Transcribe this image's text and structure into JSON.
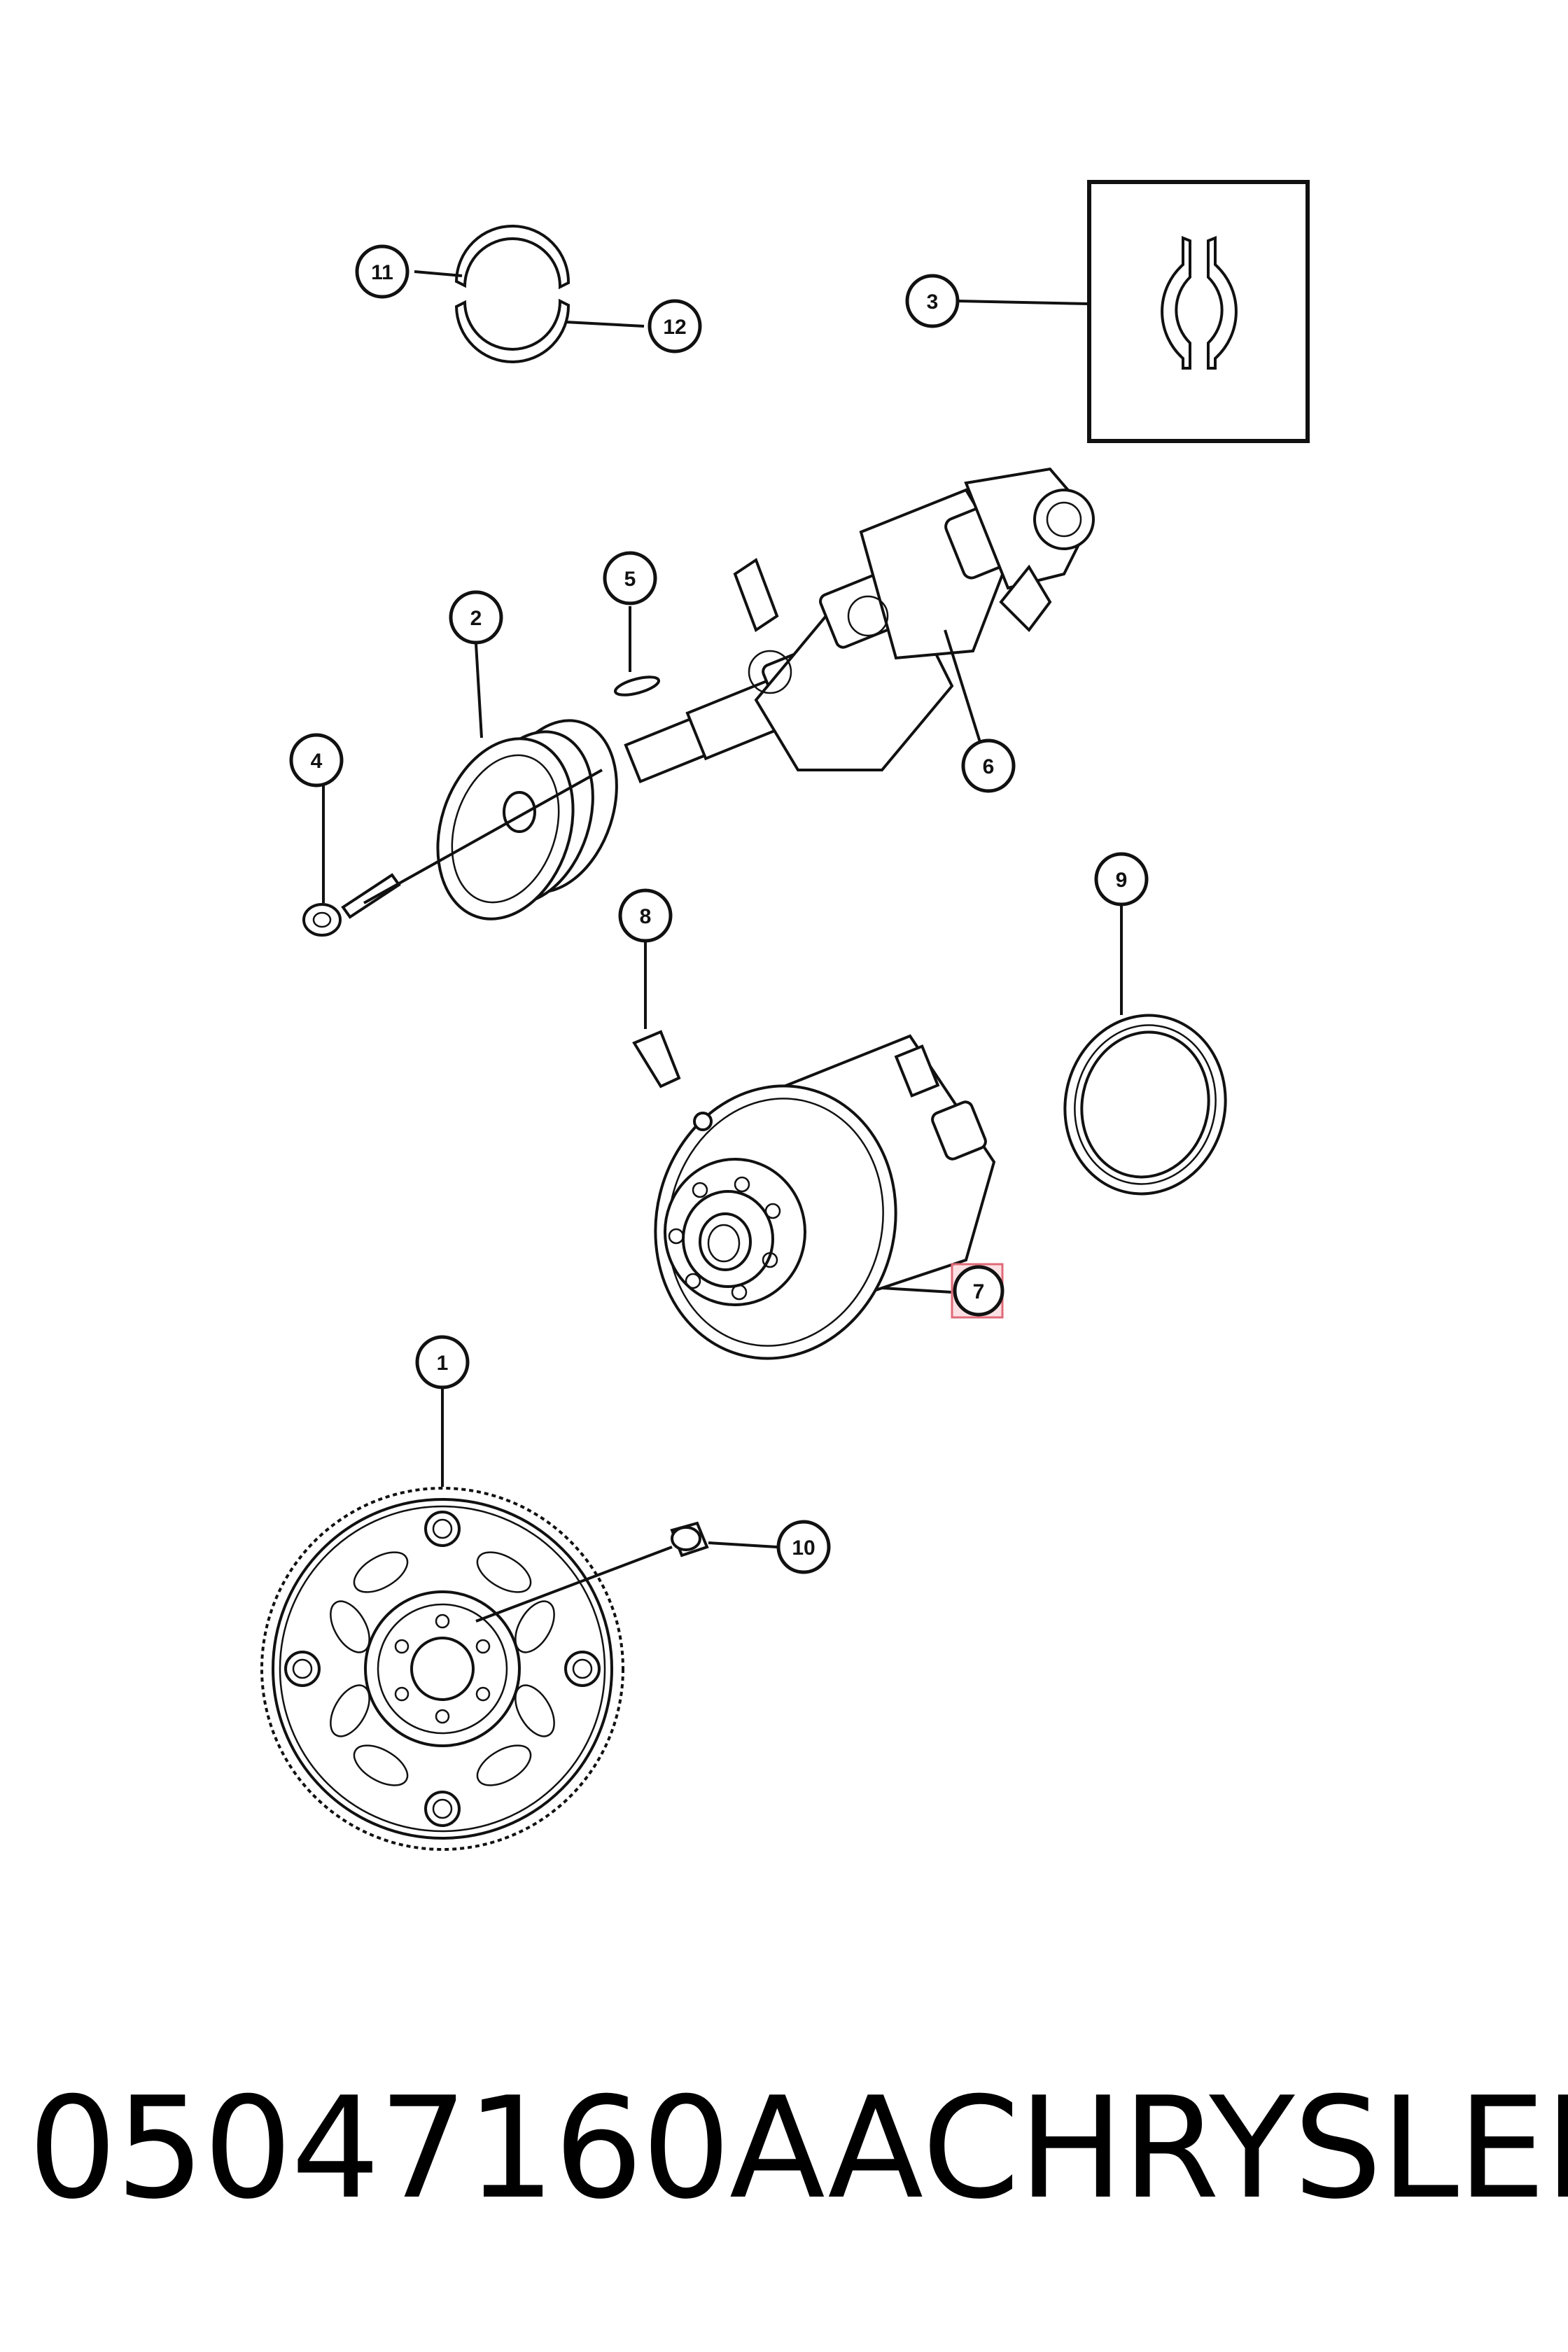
{
  "callouts": {
    "c1": "1",
    "c2": "2",
    "c3": "3",
    "c4": "4",
    "c5": "5",
    "c6": "6",
    "c7": "7",
    "c8": "8",
    "c9": "9",
    "c10": "10",
    "c11": "11",
    "c12": "12"
  },
  "highlighted_callout": "7",
  "footer": {
    "part_number": "05047160AA",
    "brand": "CHRYSLER"
  },
  "colors": {
    "line": "#111111",
    "highlight_fill": "#f7c8cd",
    "highlight_stroke": "#e06a78"
  }
}
